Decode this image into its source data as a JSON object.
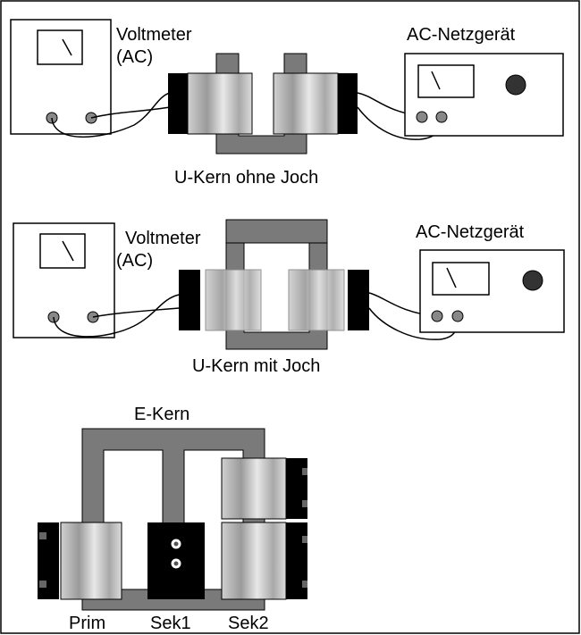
{
  "setup_u_open": {
    "voltmeter_label_line1": "Voltmeter",
    "voltmeter_label_line2": "(AC)",
    "power_supply_label": "AC-Netzgerät",
    "core_label": "U-Kern ohne Joch"
  },
  "setup_u_yoke": {
    "voltmeter_label_line1": "Voltmeter",
    "voltmeter_label_line2": "(AC)",
    "power_supply_label": "AC-Netzgerät",
    "core_label": "U-Kern mit Joch"
  },
  "setup_e_core": {
    "core_label": "E-Kern",
    "coil_labels": [
      "Prim",
      "Sek1",
      "Sek2"
    ]
  },
  "colors": {
    "core": "#7a7a7a",
    "coil_dark": "#000000",
    "knob": "#333333",
    "terminal": "#888888"
  }
}
